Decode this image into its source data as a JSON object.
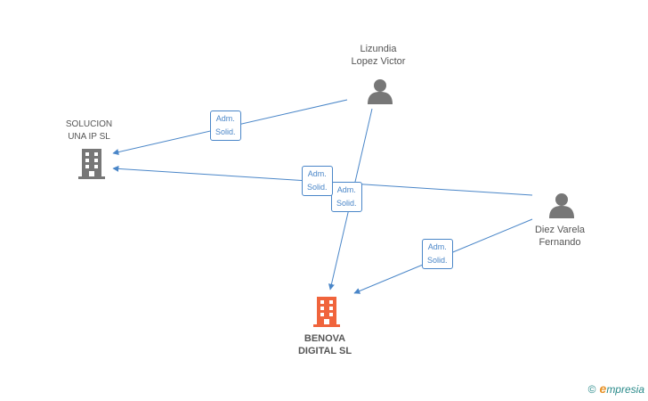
{
  "nodes": {
    "lizundia": {
      "line1": "Lizundia",
      "line2": "Lopez Victor"
    },
    "diez": {
      "line1": "Diez Varela",
      "line2": "Fernando"
    },
    "solucion": {
      "line1": "SOLUCION",
      "line2": "UNA IP SL"
    },
    "benova": {
      "line1": "BENOVA",
      "line2": "DIGITAL SL"
    }
  },
  "edges": [
    {
      "line1": "Adm.",
      "line2": "Solid."
    },
    {
      "line1": "Adm.",
      "line2": "Solid."
    },
    {
      "line1": "Adm.",
      "line2": "Solid."
    },
    {
      "line1": "Adm.",
      "line2": "Solid."
    }
  ],
  "footer": {
    "copyright": "©",
    "brand_initial": "e",
    "brand_rest": "mpresia"
  },
  "colors": {
    "edge": "#4a86c8",
    "person": "#777777",
    "company": "#777777",
    "focus_company": "#f0643c"
  }
}
